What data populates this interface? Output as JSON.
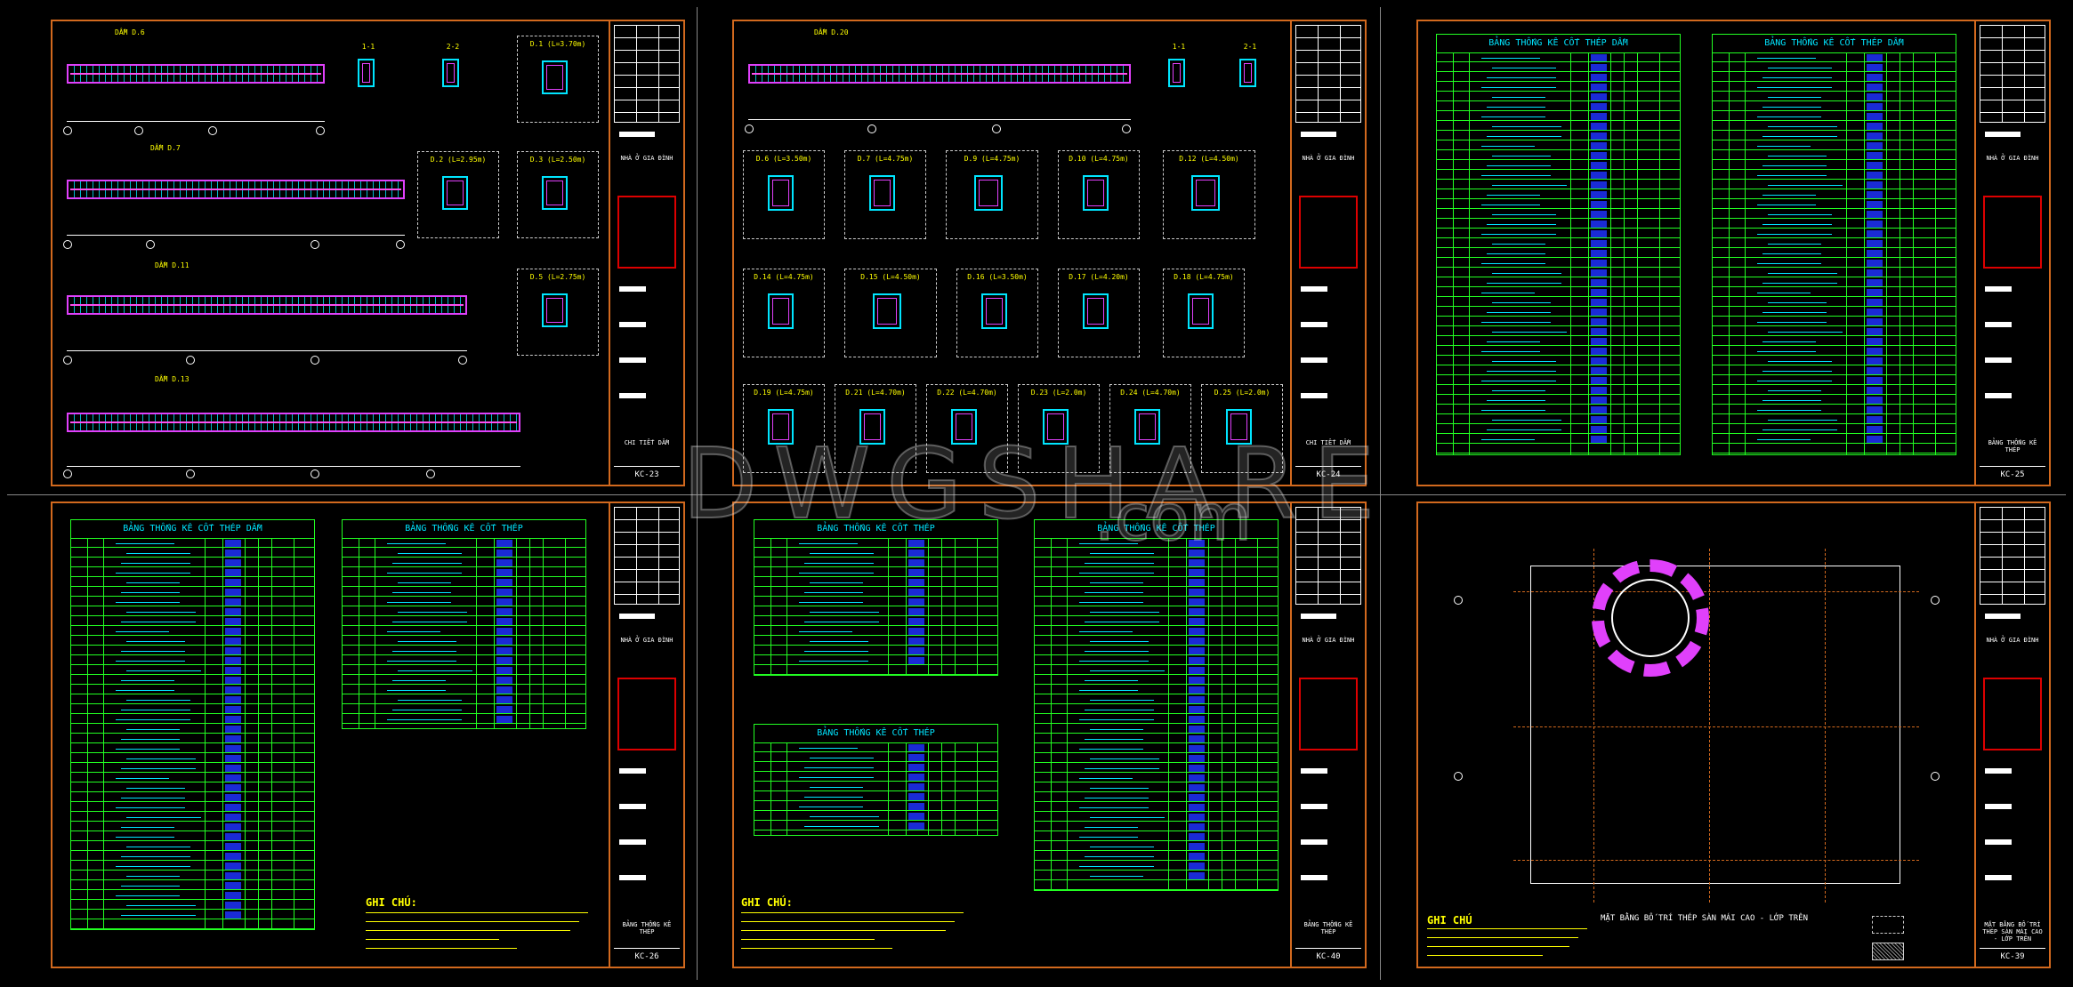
{
  "watermark": "DWGSHARE",
  "watermark_suffix": ".com",
  "project_name": "NHÀ Ở GIA ĐÌNH",
  "colors": {
    "frame": "#d2691e",
    "table": "#22ff22",
    "rebar": "#00e5ff",
    "beam": "#e040fb",
    "text": "#ffff00"
  },
  "sheets": [
    {
      "code": "KC-23",
      "title": "CHI TIẾT DẦM",
      "beams": [
        "DẦM D.6",
        "DẦM D.7",
        "DẦM D.11",
        "DẦM D.13"
      ],
      "sections": [
        "1-1",
        "2-2",
        "D.1 (L=3.70m)",
        "D.2 (L=2.95m)",
        "D.3 (L=2.50m)",
        "D.5 (L=2.75m)"
      ]
    },
    {
      "code": "KC-24",
      "title": "CHI TIẾT DẦM",
      "beams": [
        "DẦM D.20"
      ],
      "sections": [
        "1-1",
        "2-1",
        "D.6 (L=3.50m)",
        "D.7 (L=4.75m)",
        "D.9 (L=4.75m)",
        "D.10 (L=4.75m)",
        "D.12 (L=4.50m)",
        "D.14 (L=4.75m)",
        "D.15 (L=4.50m)",
        "D.16 (L=3.50m)",
        "D.17 (L=4.20m)",
        "D.18 (L=4.75m)",
        "D.19 (L=4.75m)",
        "D.21 (L=4.70m)",
        "D.22 (L=4.70m)",
        "D.23 (L=2.0m)",
        "D.24 (L=4.70m)",
        "D.25 (L=2.0m)"
      ]
    },
    {
      "code": "KC-25",
      "title": "BẢNG THỐNG KÊ THÉP",
      "tables": [
        "BẢNG THỐNG KÊ CỐT THÉP DẦM",
        "BẢNG THỐNG KÊ CỐT THÉP DẦM"
      ]
    },
    {
      "code": "KC-26",
      "title": "BẢNG THỐNG KÊ THÉP",
      "tables": [
        "BẢNG THỐNG KÊ CỐT THÉP DẦM",
        "BẢNG THỐNG KÊ CỐT THÉP"
      ],
      "notes_title": "GHI CHÚ:"
    },
    {
      "code": "KC-40",
      "title": "BẢNG THỐNG KÊ THÉP",
      "tables": [
        "BẢNG THỐNG KÊ CỐT THÉP",
        "BẢNG THỐNG KÊ CỐT THÉP",
        "BẢNG THỐNG KÊ CỐT THÉP"
      ],
      "notes_title": "GHI CHÚ:"
    },
    {
      "code": "KC-39",
      "title": "MẶT BẰNG BỐ TRÍ THÉP SÀN MÁI CAO - LỚP TRÊN",
      "plan_title": "MẶT BẰNG BỐ TRÍ THÉP SÀN MÁI CAO - LỚP TRÊN",
      "notes_title": "GHI CHÚ"
    }
  ]
}
